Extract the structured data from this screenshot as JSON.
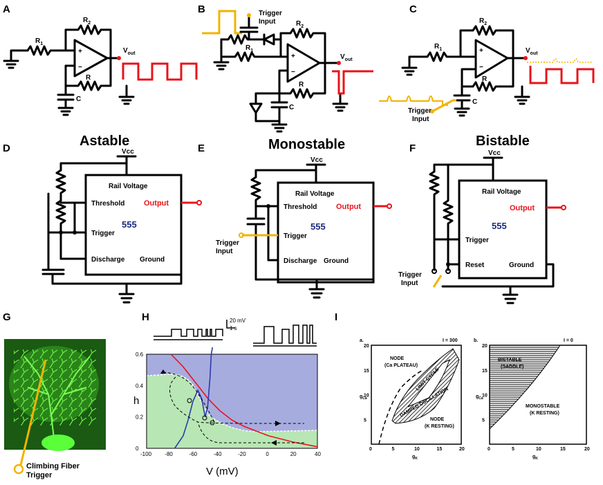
{
  "panel_labels": [
    "A",
    "B",
    "C",
    "D",
    "E",
    "F",
    "G",
    "H",
    "I"
  ],
  "opamp": {
    "r1": "R",
    "r1_sub": "1",
    "r2": "R",
    "r2_sub": "2",
    "r": "R",
    "c": "C",
    "vout": "V",
    "vout_sub": "out",
    "plus": "+",
    "minus": "−",
    "trigger_input": [
      "Trigger",
      "Input"
    ]
  },
  "timers": {
    "titles": [
      "Astable",
      "Monostable",
      "Bistable"
    ],
    "vcc": "Vcc",
    "rail": "Rail Voltage",
    "threshold": "Threshold",
    "output": "Output",
    "trigger": "Trigger",
    "discharge": "Discharge",
    "ground": "Ground",
    "reset": "Reset",
    "chip": "555",
    "trigger_input": [
      "Trigger",
      "Input"
    ]
  },
  "neuron": {
    "label": [
      "Climbing Fiber",
      "Trigger"
    ]
  },
  "scale_bar": [
    "20 mV",
    "1 s"
  ],
  "chart_data": {
    "type": "line",
    "title": "",
    "xlabel": "V (mV)",
    "ylabel": "h",
    "xlim": [
      -100,
      40
    ],
    "ylim": [
      0,
      0.6
    ],
    "xticks": [
      -100,
      -80,
      -60,
      -40,
      -20,
      0,
      20,
      40
    ],
    "yticks": [
      0,
      0.2,
      0.4,
      0.6
    ],
    "series": [
      {
        "color": "#e8141b",
        "x": [
          -80,
          -70,
          -60,
          -50,
          -40,
          -30,
          -20,
          -10,
          0,
          10,
          20,
          30,
          40
        ],
        "y": [
          0.6,
          0.52,
          0.42,
          0.32,
          0.24,
          0.18,
          0.14,
          0.11,
          0.08,
          0.06,
          0.04,
          0.025,
          0.01
        ]
      },
      {
        "color": "#2a3aa8",
        "x": [
          -77,
          -70,
          -66,
          -62,
          -58,
          -55,
          -52,
          -50,
          -48,
          -47,
          -46
        ],
        "y": [
          0.0,
          0.08,
          0.18,
          0.3,
          0.37,
          0.32,
          0.2,
          0.26,
          0.45,
          0.6,
          0.66
        ]
      }
    ],
    "grid": false
  },
  "phase_diagram": {
    "panels": [
      {
        "letter": "a.",
        "I_label": "I = 300",
        "ylabel": "g",
        "ylabel_sub": "Ca",
        "xlabel": "g",
        "xlabel_sub": "K",
        "regions": [
          "NODE",
          "(Ca PLATEAU)",
          "LIMIT CYCLE",
          "DAMPED OSCILLATION",
          "NODE",
          "(K RESTING)"
        ]
      },
      {
        "letter": "b.",
        "I_label": "I = 0",
        "ylabel": "g",
        "ylabel_sub": "Ca",
        "xlabel": "g",
        "xlabel_sub": "K",
        "regions": [
          "BISTABLE",
          "(SADDLE)",
          "MONOSTABLE",
          "(K RESTING)"
        ]
      }
    ],
    "ticks": [
      "0",
      "5",
      "10",
      "15",
      "20"
    ],
    "yticks": [
      "5",
      "10",
      "15",
      "20"
    ]
  }
}
